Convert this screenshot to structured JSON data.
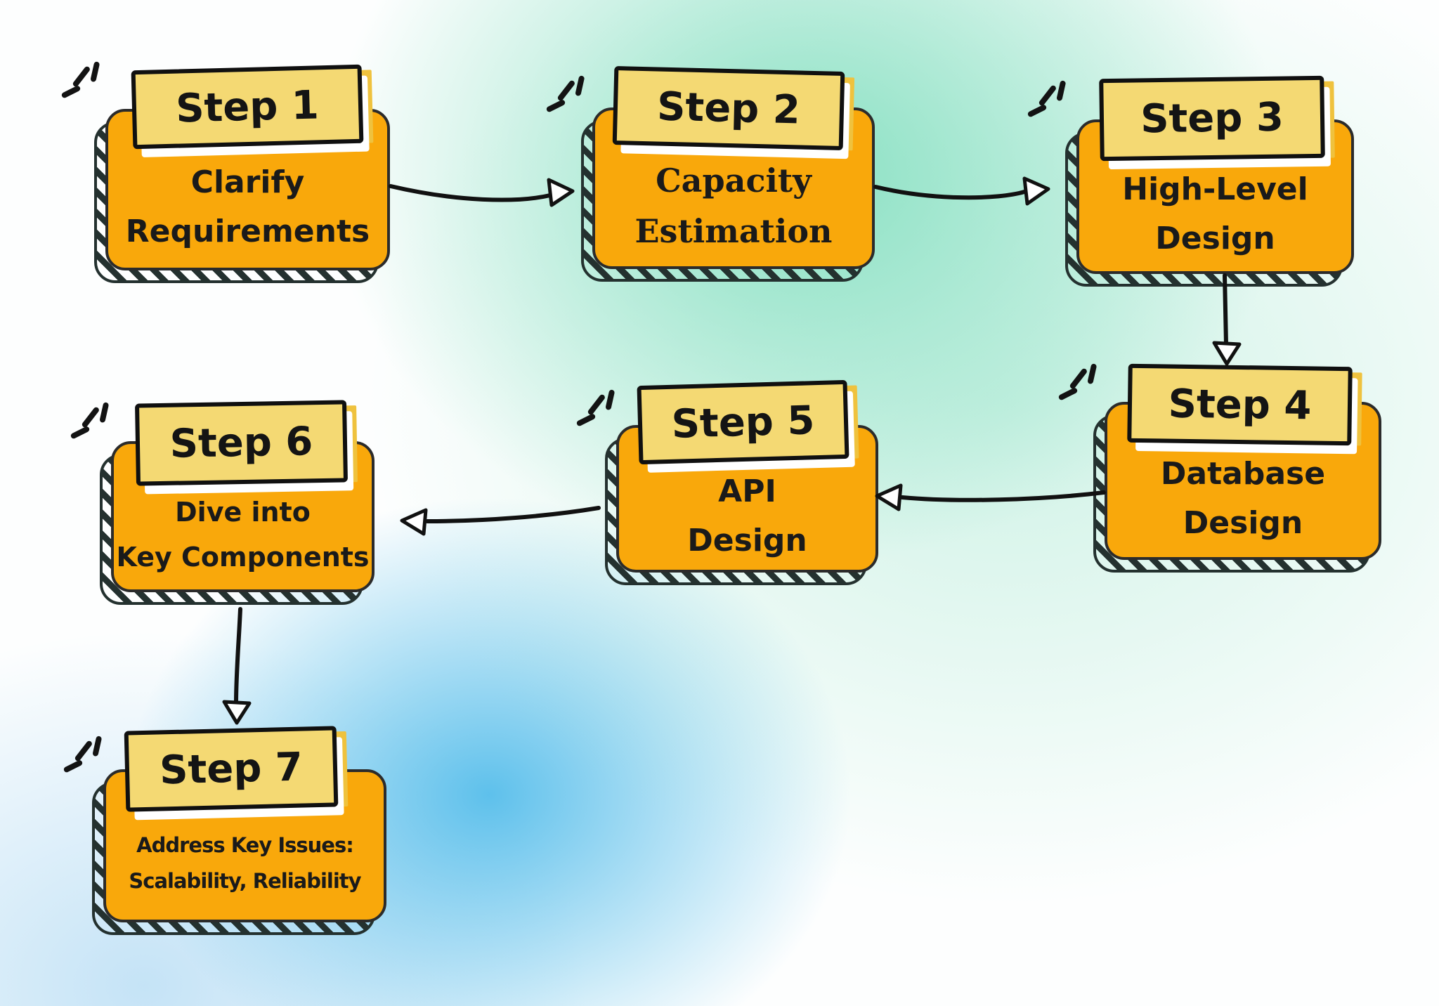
{
  "steps": [
    {
      "id": 1,
      "label": "Step 1",
      "line1": "Clarify",
      "line2": "Requirements"
    },
    {
      "id": 2,
      "label": "Step 2",
      "line1": "Capacity",
      "line2": "Estimation"
    },
    {
      "id": 3,
      "label": "Step 3",
      "line1": "High-Level",
      "line2": "Design"
    },
    {
      "id": 4,
      "label": "Step 4",
      "line1": "Database",
      "line2": "Design"
    },
    {
      "id": 5,
      "label": "Step 5",
      "line1": "API",
      "line2": "Design"
    },
    {
      "id": 6,
      "label": "Step 6",
      "line1": "Dive into",
      "line2": "Key Components"
    },
    {
      "id": 7,
      "label": "Step 7",
      "line1": "Address Key Issues:",
      "line2": "Scalability, Reliability"
    }
  ],
  "connections": [
    {
      "from": 1,
      "to": 2
    },
    {
      "from": 2,
      "to": 3
    },
    {
      "from": 3,
      "to": 4
    },
    {
      "from": 4,
      "to": 5
    },
    {
      "from": 5,
      "to": 6
    },
    {
      "from": 6,
      "to": 7
    }
  ],
  "colors": {
    "card_orange": "#F9A80B",
    "label_yellow": "#F4D973",
    "ink": "#141414",
    "hatch_ink": "#24312F",
    "bg_teal": "#84DFC0",
    "bg_blue": "#48B8E9",
    "arrow_head_fill": "#FFFFFF"
  }
}
